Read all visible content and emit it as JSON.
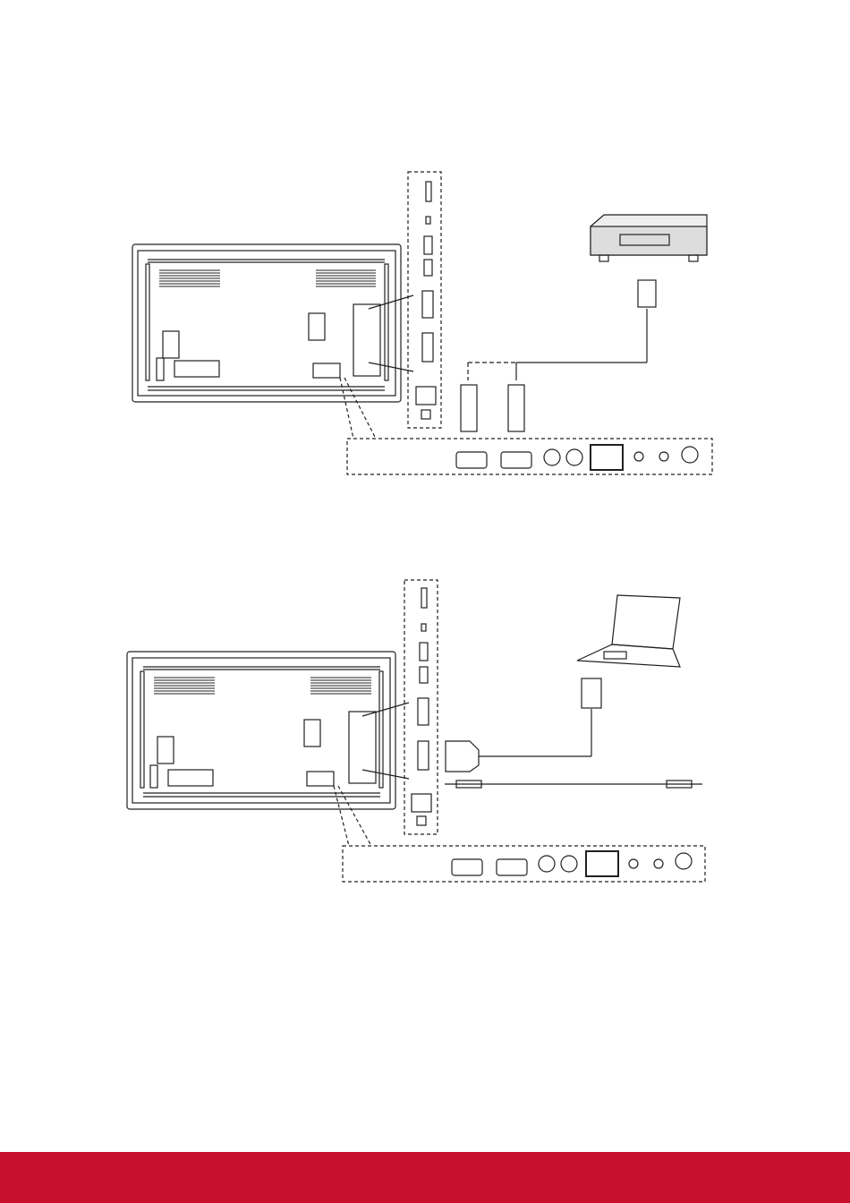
{
  "page": {
    "footer_color": "#c8102e",
    "line_color": "#231f20",
    "background": "#ffffff"
  },
  "diagrams": [
    {
      "id": "hdmi-connection",
      "device": "dvd-player-icon",
      "cable": "hdmi-cable-icon",
      "connector_panel": "display-input-panel"
    },
    {
      "id": "dvi-audio-connection",
      "device": "laptop-icon",
      "cable": "dvi-cable-icon",
      "audio": "audio-cable-icon",
      "connector_panel": "display-input-panel"
    }
  ]
}
